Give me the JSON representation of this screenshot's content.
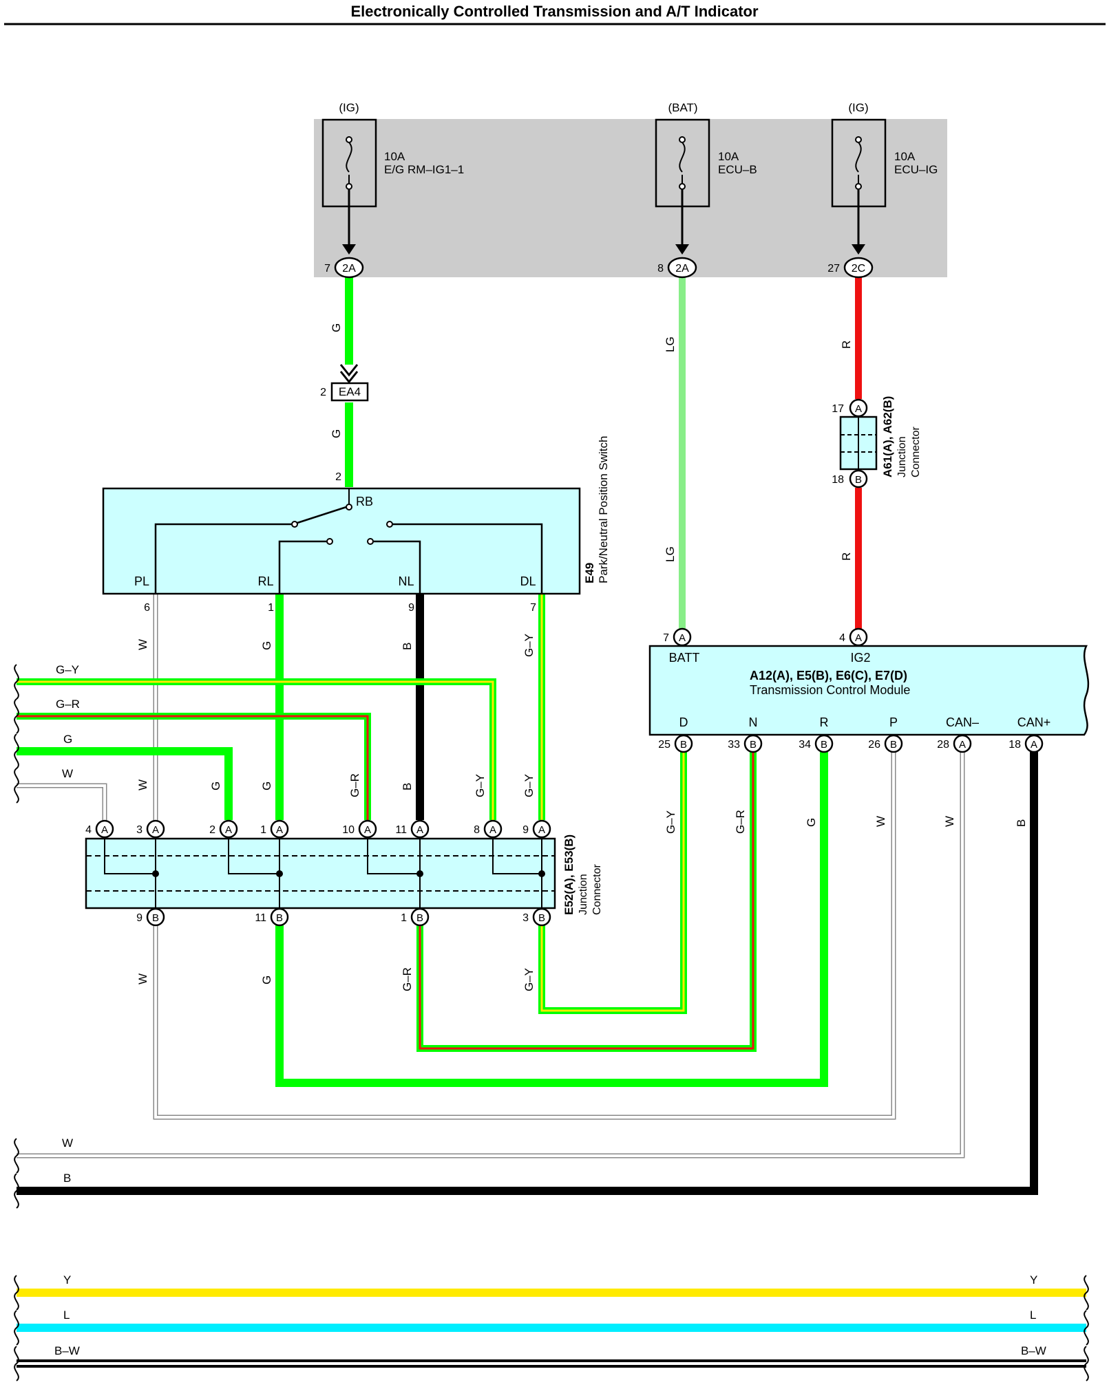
{
  "page": {
    "title": "Electronically Controlled Transmission and A/T Indicator"
  },
  "colors": {
    "G": "#00ff00",
    "LG": "#88ee88",
    "R": "#ee1111",
    "B": "#000000",
    "W": "#ffffff",
    "Y": "#ffea00",
    "L": "#00eeff",
    "module_fill": "#ccffff",
    "relay_box": "#cccccc"
  },
  "fuses": {
    "f1": {
      "source": "(IG)",
      "rating": "10A",
      "name": "E/G RM–IG1–1",
      "pin": "7",
      "conn": "2A"
    },
    "f2": {
      "source": "(BAT)",
      "rating": "10A",
      "name": "ECU–B",
      "pin": "8",
      "conn": "2A"
    },
    "f3": {
      "source": "(IG)",
      "rating": "10A",
      "name": "ECU–IG",
      "pin": "27",
      "conn": "2C"
    }
  },
  "connector_ea4": {
    "label": "EA4",
    "pin_top": "2",
    "pin_bottom": "2"
  },
  "switch_e49": {
    "code": "E49",
    "name": "Park/Neutral Position Switch",
    "rb": "RB",
    "terminals": [
      {
        "label": "PL",
        "pin": "6"
      },
      {
        "label": "RL",
        "pin": "1"
      },
      {
        "label": "NL",
        "pin": "9"
      },
      {
        "label": "DL",
        "pin": "7"
      }
    ]
  },
  "junction_a61": {
    "code": "A61(A), A62(B)",
    "name1": "Junction",
    "name2": "Connector",
    "pin_a": "17",
    "pin_b": "18",
    "letter_a": "A",
    "letter_b": "B"
  },
  "tcm": {
    "codes": "A12(A), E5(B), E6(C), E7(D)",
    "name": "Transmission Control Module",
    "top_pins": [
      {
        "label": "BATT",
        "pin": "7",
        "letter": "A"
      },
      {
        "label": "IG2",
        "pin": "4",
        "letter": "A"
      }
    ],
    "bottom_pins": [
      {
        "label": "D",
        "pin": "25",
        "letter": "B"
      },
      {
        "label": "N",
        "pin": "33",
        "letter": "B"
      },
      {
        "label": "R",
        "pin": "34",
        "letter": "B"
      },
      {
        "label": "P",
        "pin": "26",
        "letter": "B"
      },
      {
        "label": "CAN–",
        "pin": "28",
        "letter": "A"
      },
      {
        "label": "CAN+",
        "pin": "18",
        "letter": "A"
      }
    ]
  },
  "junction_e52": {
    "code": "E52(A), E53(B)",
    "name1": "Junction",
    "name2": "Connector",
    "top_pins": [
      {
        "pin": "4",
        "letter": "A"
      },
      {
        "pin": "3",
        "letter": "A"
      },
      {
        "pin": "2",
        "letter": "A"
      },
      {
        "pin": "1",
        "letter": "A"
      },
      {
        "pin": "10",
        "letter": "A"
      },
      {
        "pin": "11",
        "letter": "A"
      },
      {
        "pin": "8",
        "letter": "A"
      },
      {
        "pin": "9",
        "letter": "A"
      }
    ],
    "bottom_pins": [
      {
        "pin": "9",
        "letter": "B"
      },
      {
        "pin": "11",
        "letter": "B"
      },
      {
        "pin": "1",
        "letter": "B"
      },
      {
        "pin": "3",
        "letter": "B"
      }
    ]
  },
  "wire_labels": {
    "g": "G",
    "lg": "LG",
    "r": "R",
    "w": "W",
    "b": "B",
    "gy": "G–Y",
    "gr": "G–R",
    "y": "Y",
    "l": "L",
    "bw": "B–W"
  }
}
